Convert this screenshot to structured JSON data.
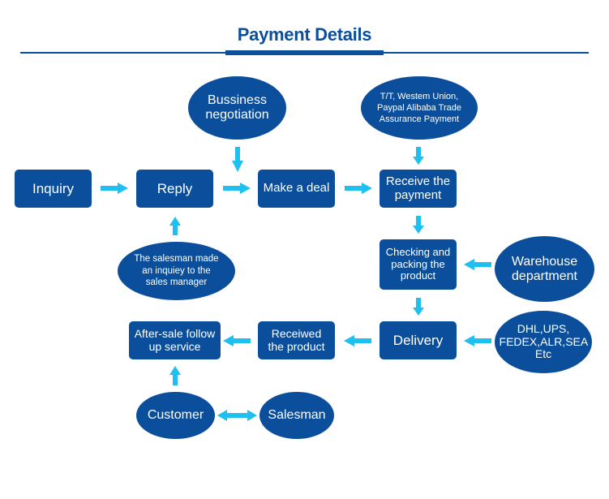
{
  "title": "Payment Details",
  "colors": {
    "node": "#0b4f9c",
    "arrow": "#1ec0f2",
    "text": "#ffffff"
  },
  "nodes": {
    "inquiry": "Inquiry",
    "reply": "Reply",
    "make_deal": "Make a deal",
    "receive_payment": "Receive the payment",
    "checking_packing": "Checking and packing the product",
    "delivery": "Delivery",
    "received_product": "Receiwed the product",
    "after_sale": "After-sale follow up service",
    "business_negotiation": "Bussiness negotiation",
    "payment_methods": "T/T, Westem Union, Paypal Alibaba Trade Assurance Payment",
    "salesman_inquiry": "The salesman made an inquiey to the sales manager",
    "warehouse": "Warehouse department",
    "carriers": "DHL,UPS, FEDEX,ALR,SEA Etc",
    "customer": "Customer",
    "salesman": "Salesman"
  }
}
